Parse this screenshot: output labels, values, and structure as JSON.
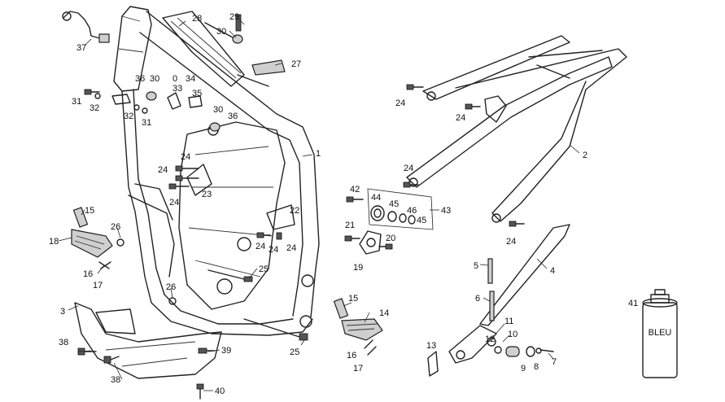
{
  "diagram": {
    "callouts": [
      {
        "id": "frame",
        "text": "1"
      },
      {
        "id": "subframe",
        "text": "2"
      },
      {
        "id": "skid-plate",
        "text": "3"
      },
      {
        "id": "side-stand",
        "text": "4"
      },
      {
        "id": "spring-5",
        "text": "5"
      },
      {
        "id": "spring-6",
        "text": "6"
      },
      {
        "id": "bolt-7",
        "text": "7"
      },
      {
        "id": "washer-8",
        "text": "8"
      },
      {
        "id": "bushing-9",
        "text": "9"
      },
      {
        "id": "part-10",
        "text": "10"
      },
      {
        "id": "part-11",
        "text": "11"
      },
      {
        "id": "part-12",
        "text": "12"
      },
      {
        "id": "part-13",
        "text": "13"
      },
      {
        "id": "footpeg-right",
        "text": "14"
      },
      {
        "id": "pin-15-left",
        "text": "15"
      },
      {
        "id": "pin-15-right",
        "text": "15"
      },
      {
        "id": "spring-16-left",
        "text": "16"
      },
      {
        "id": "spring-16-right",
        "text": "16"
      },
      {
        "id": "clip-17-left",
        "text": "17"
      },
      {
        "id": "clip-17-right",
        "text": "17"
      },
      {
        "id": "footpeg-left",
        "text": "18"
      },
      {
        "id": "guard-19",
        "text": "19"
      },
      {
        "id": "bolt-20",
        "text": "20"
      },
      {
        "id": "bolt-21",
        "text": "21"
      },
      {
        "id": "bracket-22",
        "text": "22"
      },
      {
        "id": "bracket-23",
        "text": "23"
      },
      {
        "id": "bolt-24-a",
        "text": "24"
      },
      {
        "id": "bolt-24-b",
        "text": "24"
      },
      {
        "id": "bolt-24-c",
        "text": "24"
      },
      {
        "id": "bolt-24-d",
        "text": "24"
      },
      {
        "id": "bolt-24-e",
        "text": "24"
      },
      {
        "id": "bolt-24-f",
        "text": "24"
      },
      {
        "id": "bolt-24-g",
        "text": "24"
      },
      {
        "id": "bolt-24-h",
        "text": "24"
      },
      {
        "id": "bolt-24-i",
        "text": "24"
      },
      {
        "id": "bolt-24-j",
        "text": "24"
      },
      {
        "id": "bolt-25-a",
        "text": "25"
      },
      {
        "id": "bolt-25-b",
        "text": "25"
      },
      {
        "id": "nut-26-a",
        "text": "26"
      },
      {
        "id": "nut-26-b",
        "text": "26"
      },
      {
        "id": "plate-27",
        "text": "27"
      },
      {
        "id": "bracket-28",
        "text": "28"
      },
      {
        "id": "bolt-29",
        "text": "29"
      },
      {
        "id": "bush-30-a",
        "text": "30"
      },
      {
        "id": "bush-30-b",
        "text": "30"
      },
      {
        "id": "bush-30-c",
        "text": "30"
      },
      {
        "id": "bolt-31-a",
        "text": "31"
      },
      {
        "id": "bolt-31-b",
        "text": "31"
      },
      {
        "id": "washer-32-a",
        "text": "32"
      },
      {
        "id": "washer-32-b",
        "text": "32"
      },
      {
        "id": "part-33",
        "text": "33"
      },
      {
        "id": "part-34",
        "text": "34"
      },
      {
        "id": "part-35",
        "text": "35"
      },
      {
        "id": "nut-36-a",
        "text": "36"
      },
      {
        "id": "nut-36-b",
        "text": "36"
      },
      {
        "id": "harness-37",
        "text": "37"
      },
      {
        "id": "bolt-38-a",
        "text": "38"
      },
      {
        "id": "bolt-38-b",
        "text": "38"
      },
      {
        "id": "bolt-39",
        "text": "39"
      },
      {
        "id": "bolt-40",
        "text": "40"
      },
      {
        "id": "paint-41",
        "text": "41"
      },
      {
        "id": "bolt-42",
        "text": "42"
      },
      {
        "id": "kit-43",
        "text": "43"
      },
      {
        "id": "bearing-44",
        "text": "44"
      },
      {
        "id": "seal-45-a",
        "text": "45"
      },
      {
        "id": "seal-45-b",
        "text": "45"
      },
      {
        "id": "spacer-46",
        "text": "46"
      },
      {
        "id": "small-0",
        "text": "0"
      }
    ],
    "paint_can_label": "BLEU"
  }
}
